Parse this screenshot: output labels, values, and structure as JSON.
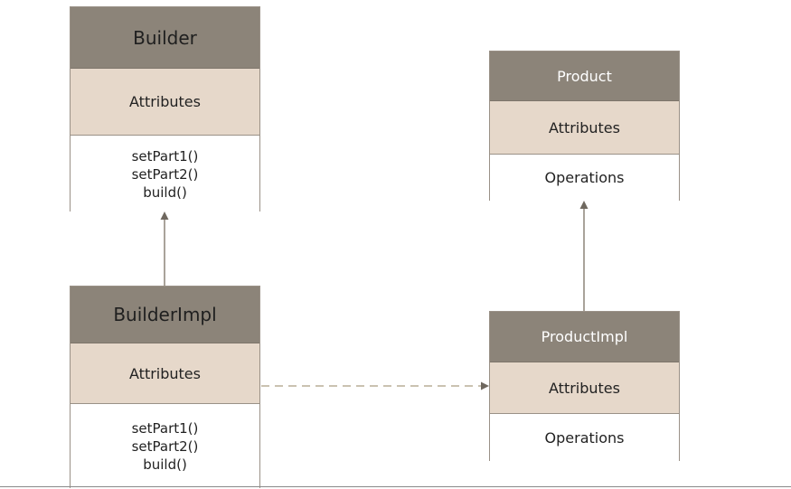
{
  "builder": {
    "name": "Builder",
    "attributes": "Attributes",
    "operations": [
      "setPart1()",
      "setPart2()",
      "build()"
    ]
  },
  "builder_impl": {
    "name": "BuilderImpl",
    "attributes": "Attributes",
    "operations": [
      "setPart1()",
      "setPart2()",
      "build()"
    ]
  },
  "product": {
    "name": "Product",
    "attributes": "Attributes",
    "operations": "Operations"
  },
  "product_impl": {
    "name": "ProductImpl",
    "attributes": "Attributes",
    "operations": "Operations"
  },
  "colors": {
    "header": "#8c8479",
    "attributes": "#e6d8ca",
    "border": "#9a9187",
    "connector": "#8c8479",
    "dependency": "#b9ae97"
  }
}
